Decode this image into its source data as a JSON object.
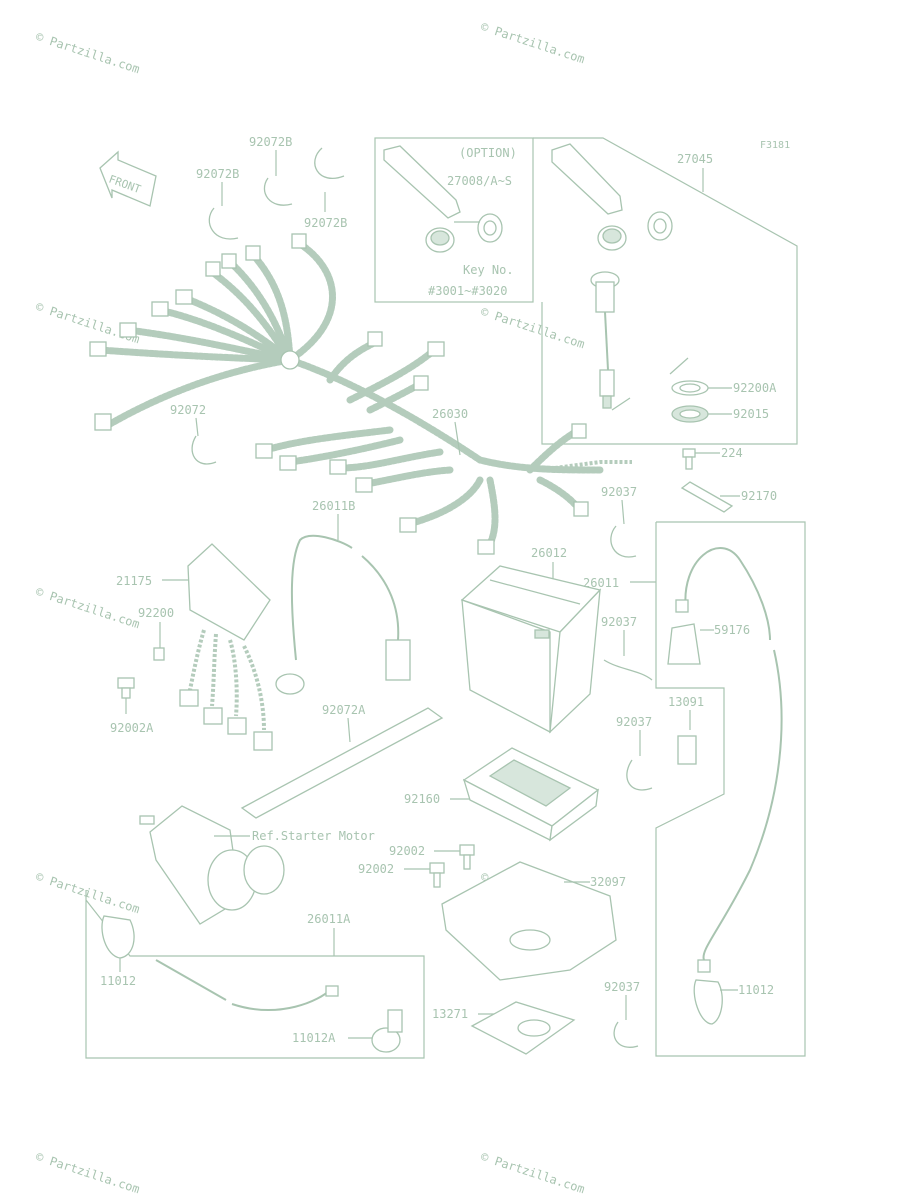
{
  "watermark": "© Partzilla.com",
  "figure_id": "F3181",
  "front_label": "FRONT",
  "option_box": {
    "title": "(OPTION)",
    "part": "27008/A~S",
    "note1": "Key No.",
    "note2": "#3001~#3020"
  },
  "callouts": {
    "p27045": "27045",
    "p92072B_1": "92072B",
    "p92072B_2": "92072B",
    "p92072B_3": "92072B",
    "p92072": "92072",
    "p26030": "26030",
    "p92200A": "92200A",
    "p92015": "92015",
    "p224": "224",
    "p92170": "92170",
    "p92037_1": "92037",
    "p26011B": "26011B",
    "p21175": "21175",
    "p92200": "92200",
    "p92002A": "92002A",
    "p26012": "26012",
    "p26011": "26011",
    "p92037_2": "92037",
    "p59176": "59176",
    "p92072A": "92072A",
    "p13091": "13091",
    "p92037_3": "92037",
    "p92160": "92160",
    "ref_starter": "Ref.Starter Motor",
    "p92002_1": "92002",
    "p92002_2": "92002",
    "p32097": "32097",
    "p26011A": "26011A",
    "p11012_1": "11012",
    "p11012A": "11012A",
    "p13271": "13271",
    "p92037_4": "92037",
    "p11012_2": "11012"
  },
  "colors": {
    "line": "#a8c4b0",
    "watermark": "#eef3ef",
    "background": "#ffffff"
  }
}
